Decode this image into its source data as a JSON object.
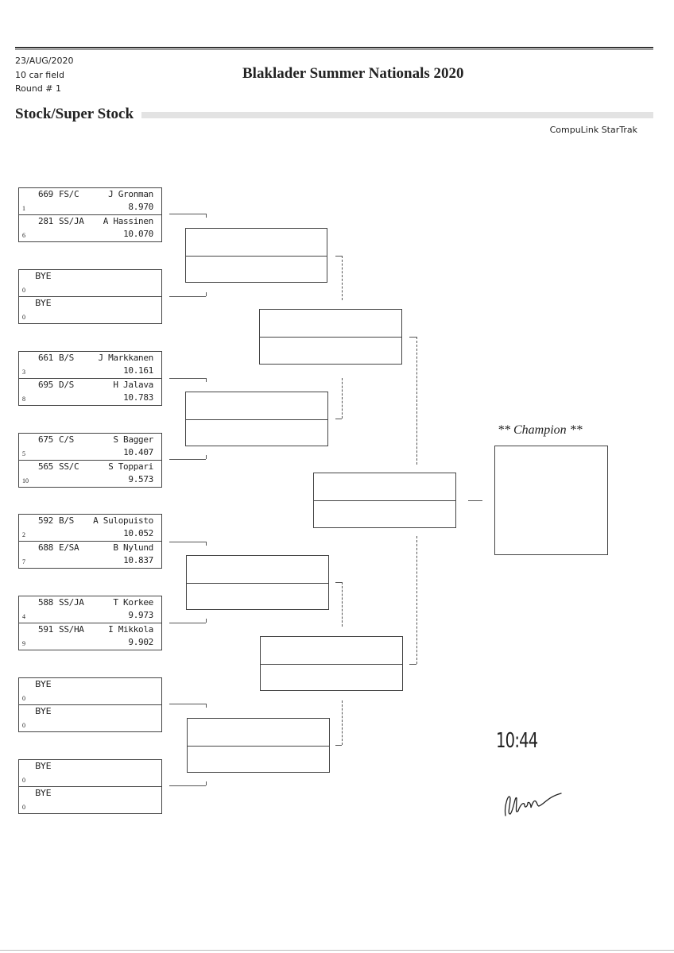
{
  "header": {
    "date": "23/AUG/2020",
    "field": "10 car field",
    "round": "Round # 1",
    "event_title": "Blaklader Summer Nationals 2020",
    "class_title": "Stock/Super Stock",
    "software": "CompuLink StarTrak"
  },
  "round1": [
    {
      "top": {
        "car": "669",
        "class": "FS/C",
        "driver": "J Gronman",
        "et": "8.970",
        "seed": "1"
      },
      "bottom": {
        "car": "281",
        "class": "SS/JA",
        "driver": "A Hassinen",
        "et": "10.070",
        "seed": "6"
      }
    },
    {
      "top": {
        "bye": "BYE",
        "seed": "0"
      },
      "bottom": {
        "bye": "BYE",
        "seed": "0"
      }
    },
    {
      "top": {
        "car": "661",
        "class": "B/S",
        "driver": "J Markkanen",
        "et": "10.161",
        "seed": "3"
      },
      "bottom": {
        "car": "695",
        "class": "D/S",
        "driver": "H Jalava",
        "et": "10.783",
        "seed": "8"
      }
    },
    {
      "top": {
        "car": "675",
        "class": "C/S",
        "driver": "S Bagger",
        "et": "10.407",
        "seed": "5"
      },
      "bottom": {
        "car": "565",
        "class": "SS/C",
        "driver": "S Toppari",
        "et": "9.573",
        "seed": "10"
      }
    },
    {
      "top": {
        "car": "592",
        "class": "B/S",
        "driver": "A Sulopuisto",
        "et": "10.052",
        "seed": "2"
      },
      "bottom": {
        "car": "688",
        "class": "E/SA",
        "driver": "B Nylund",
        "et": "10.837",
        "seed": "7"
      }
    },
    {
      "top": {
        "car": "588",
        "class": "SS/JA",
        "driver": "T Korkee",
        "et": "9.973",
        "seed": "4"
      },
      "bottom": {
        "car": "591",
        "class": "SS/HA",
        "driver": "I Mikkola",
        "et": "9.902",
        "seed": "9"
      }
    },
    {
      "top": {
        "bye": "BYE",
        "seed": "0"
      },
      "bottom": {
        "bye": "BYE",
        "seed": "0"
      }
    },
    {
      "top": {
        "bye": "BYE",
        "seed": "0"
      },
      "bottom": {
        "bye": "BYE",
        "seed": "0"
      }
    }
  ],
  "champion": {
    "label": "** Champion **",
    "name": ""
  },
  "handwritten": {
    "time": "10:44",
    "signature": "signature"
  }
}
